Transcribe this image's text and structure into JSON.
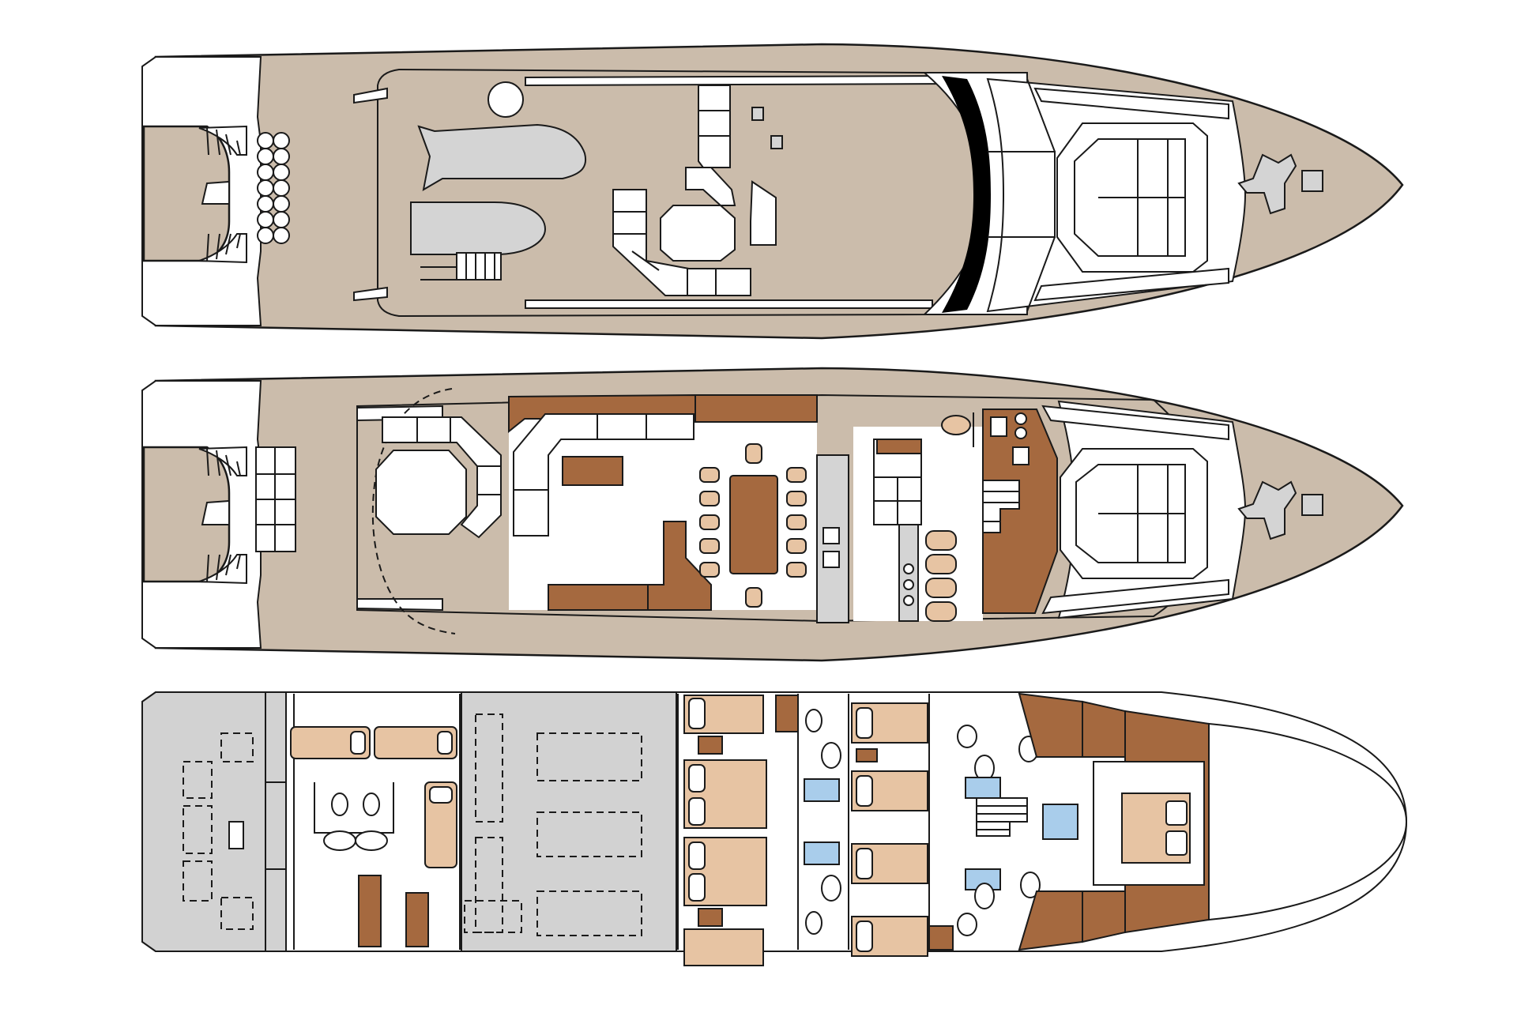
{
  "diagram": {
    "kind": "yacht deck plan",
    "decks": [
      {
        "id": "sun-deck"
      },
      {
        "id": "main-deck"
      },
      {
        "id": "lower-deck"
      }
    ]
  },
  "colors": {
    "deck": "#cbbcab",
    "wood": "#a5693f",
    "bed": "#e7c4a3",
    "bath": "#a9cdeb",
    "machinery": "#d4d4d4",
    "outline": "#1a1a1a",
    "background": "#ffffff"
  }
}
